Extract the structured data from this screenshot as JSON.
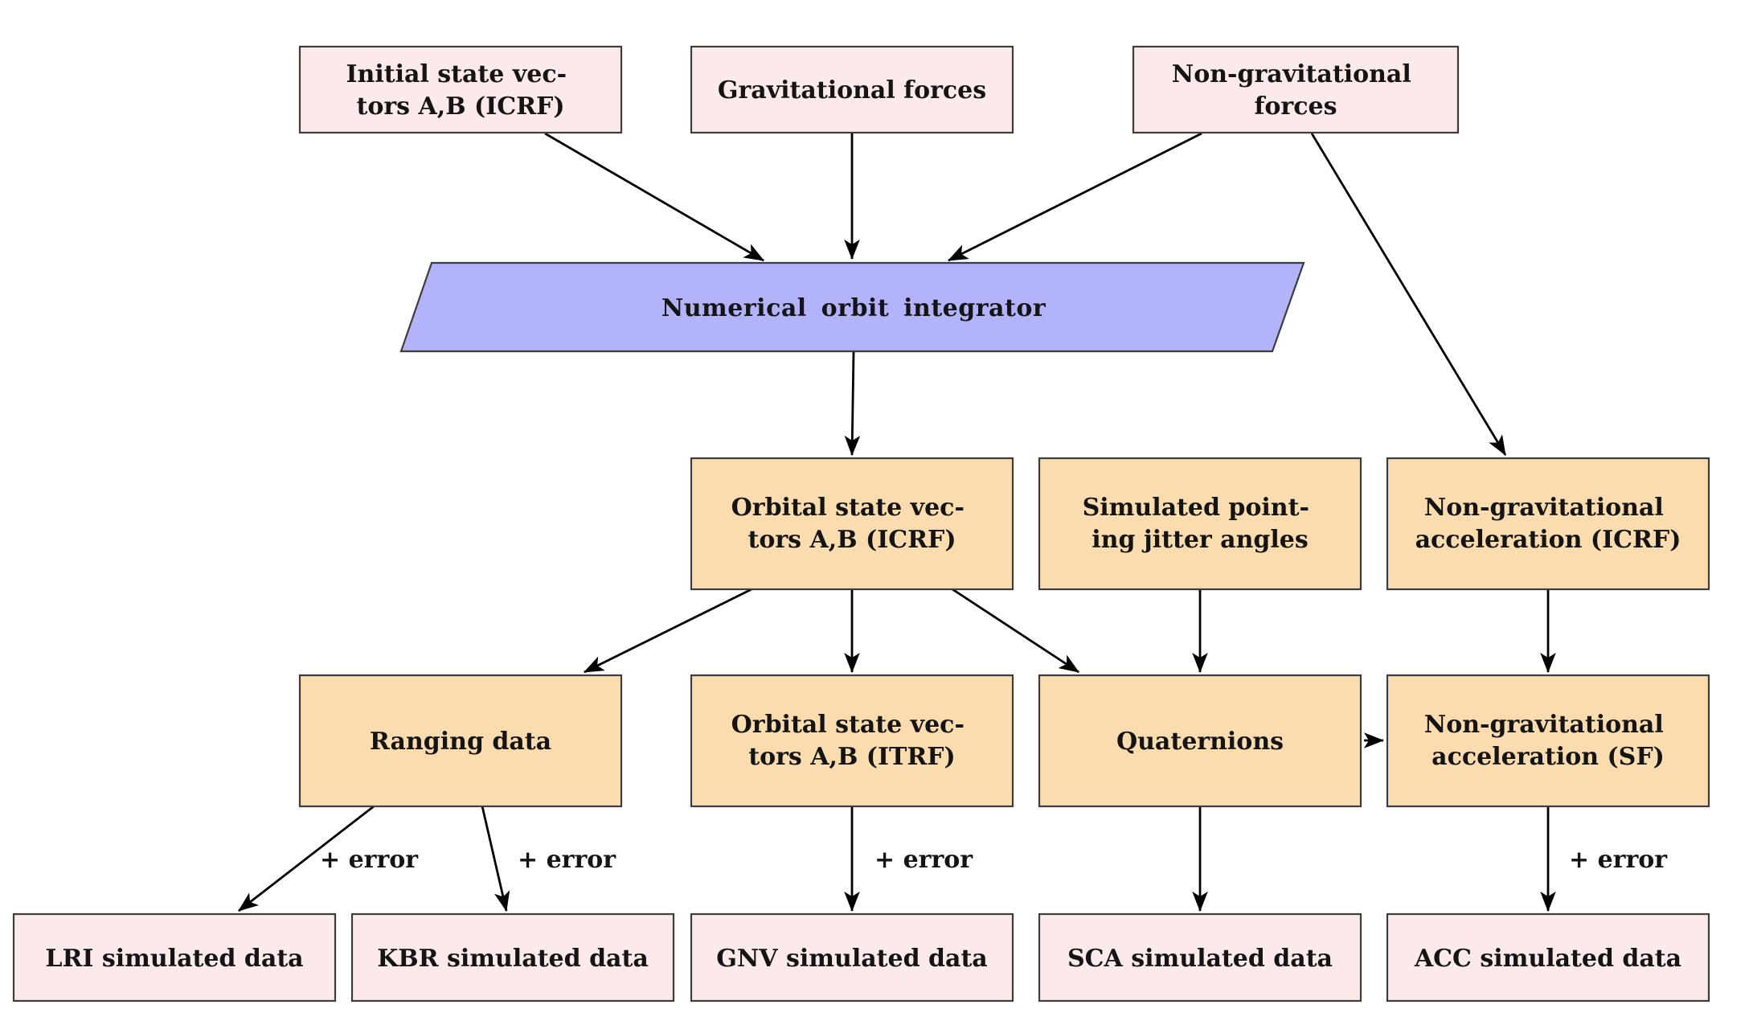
{
  "diagram": {
    "colors": {
      "input_box_fill": "#fce9e9",
      "data_box_fill": "#fbdcae",
      "process_box_fill": "#b3b3fc",
      "box_border": "#3d3d3d",
      "arrow": "#000000"
    },
    "nodes": {
      "initial_state_vectors": {
        "lines": [
          "Initial state vec-",
          "tors A,B (ICRF)"
        ]
      },
      "gravitational_forces": {
        "lines": [
          "Gravitational forces"
        ]
      },
      "non_gravitational_forces": {
        "lines": [
          "Non-gravitational",
          "forces"
        ]
      },
      "numerical_orbit_integrator": {
        "lines": [
          "Numerical orbit integrator"
        ]
      },
      "orbital_state_vectors_icrf": {
        "lines": [
          "Orbital state vec-",
          "tors A,B (ICRF)"
        ]
      },
      "simulated_pointing_jitter_angles": {
        "lines": [
          "Simulated point-",
          "ing jitter angles"
        ]
      },
      "non_gravitational_acceleration_icrf": {
        "lines": [
          "Non-gravitational",
          "acceleration (ICRF)"
        ]
      },
      "ranging_data": {
        "lines": [
          "Ranging data"
        ]
      },
      "orbital_state_vectors_itrf": {
        "lines": [
          "Orbital state vec-",
          "tors A,B (ITRF)"
        ]
      },
      "quaternions": {
        "lines": [
          "Quaternions"
        ]
      },
      "non_gravitational_acceleration_sf": {
        "lines": [
          "Non-gravitational",
          "acceleration (SF)"
        ]
      },
      "lri_simulated_data": {
        "lines": [
          "LRI simulated data"
        ]
      },
      "kbr_simulated_data": {
        "lines": [
          "KBR simulated data"
        ]
      },
      "gnv_simulated_data": {
        "lines": [
          "GNV simulated data"
        ]
      },
      "sca_simulated_data": {
        "lines": [
          "SCA simulated data"
        ]
      },
      "acc_simulated_data": {
        "lines": [
          "ACC simulated data"
        ]
      }
    },
    "edge_labels": {
      "ranging_to_lri": "+ error",
      "ranging_to_kbr": "+ error",
      "orbital_itrf_to_gnv": "+ error",
      "ngacc_sf_to_acc": "+ error"
    }
  }
}
